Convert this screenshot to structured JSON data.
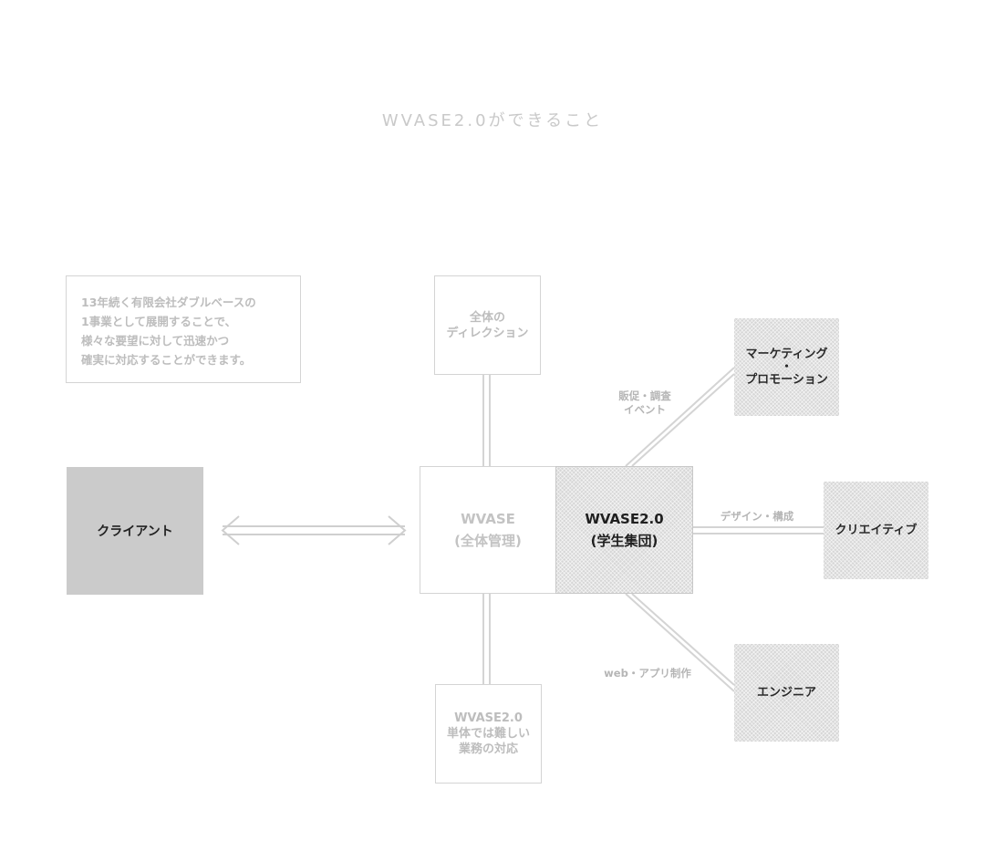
{
  "title": "WVASE2.0ができること",
  "intro_lines": [
    "13年続く有限会社ダブルベースの",
    "1事業として展開することで、",
    "様々な要望に対して迅速かつ",
    "確実に対応することができます。"
  ],
  "client": "クライアント",
  "center_left": [
    "WVASE",
    "(全体管理)"
  ],
  "center_right": [
    "WVASE2.0",
    "(学生集団)"
  ],
  "top_box": [
    "全体の",
    "ディレクション"
  ],
  "bottom_box": [
    "WVASE2.0",
    "単体では難しい",
    "業務の対応"
  ],
  "marketing": [
    "マーケティング",
    "・",
    "プロモーション"
  ],
  "creative": "クリエイティブ",
  "engineer": "エンジニア",
  "edge_marketing": [
    "販促・調査",
    "イベント"
  ],
  "edge_creative": "デザイン・構成",
  "edge_engineer": "web・アプリ制作"
}
